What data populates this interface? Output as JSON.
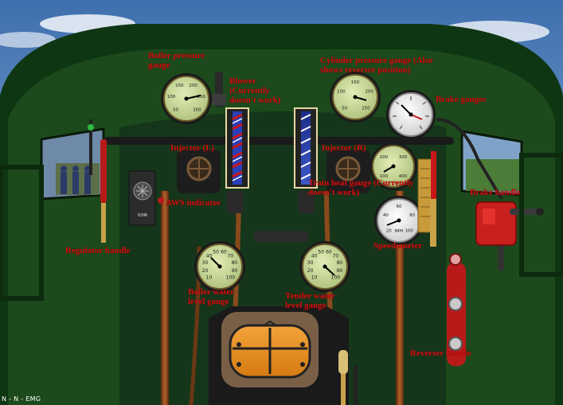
{
  "labels": {
    "boiler_pressure": "Boiler pressure gauge",
    "blower": "Blower (Currently doesn't work)",
    "cylinder_pressure": "Cylinder pressure gauge (Also shows reverser position)",
    "brake_gauges": "Brake gauges",
    "injector_l": "Injector (L)",
    "injector_r": "Injector (R)",
    "train_heat": "Train heat gauge (Currently doesn't work)",
    "brake_handle": "Brake handle",
    "aws_indicator": "AWS indicator",
    "regulator_handle": "Regulator handle",
    "speedometer": "Speedometer",
    "boiler_water": "Boiler water level gauge",
    "tender_water": "Tender water level gauge",
    "reverser_handle": "Reverser handle"
  },
  "status_text": "N - N - EMG",
  "gauges": {
    "boiler_pressure": {
      "ticks": [
        "50",
        "100",
        "150",
        "200",
        "250",
        "300"
      ]
    },
    "cylinder_pressure": {
      "ticks": [
        "50",
        "100",
        "150",
        "200",
        "250"
      ]
    },
    "train_heat": {
      "ticks": [
        "100",
        "200",
        "300",
        "400"
      ]
    },
    "speedometer": {
      "ticks": [
        "20",
        "40",
        "60",
        "80",
        "100"
      ],
      "unit": "MPH"
    },
    "boiler_water": {
      "ticks": [
        "10",
        "20",
        "30",
        "40",
        "50",
        "60",
        "70",
        "80",
        "90",
        "100"
      ]
    },
    "tender_water": {
      "ticks": [
        "10",
        "20",
        "30",
        "40",
        "50",
        "60",
        "70",
        "80",
        "90",
        "100"
      ]
    }
  },
  "aws_unit_code": "02HR",
  "colors": {
    "sky": "#5f8fc9",
    "cab_green": "#1c4a1c",
    "frame": "#0f2f12",
    "gauge_face": "#c8d79a",
    "label_red": "#d21212",
    "brake_handle_red": "#c8201c"
  }
}
